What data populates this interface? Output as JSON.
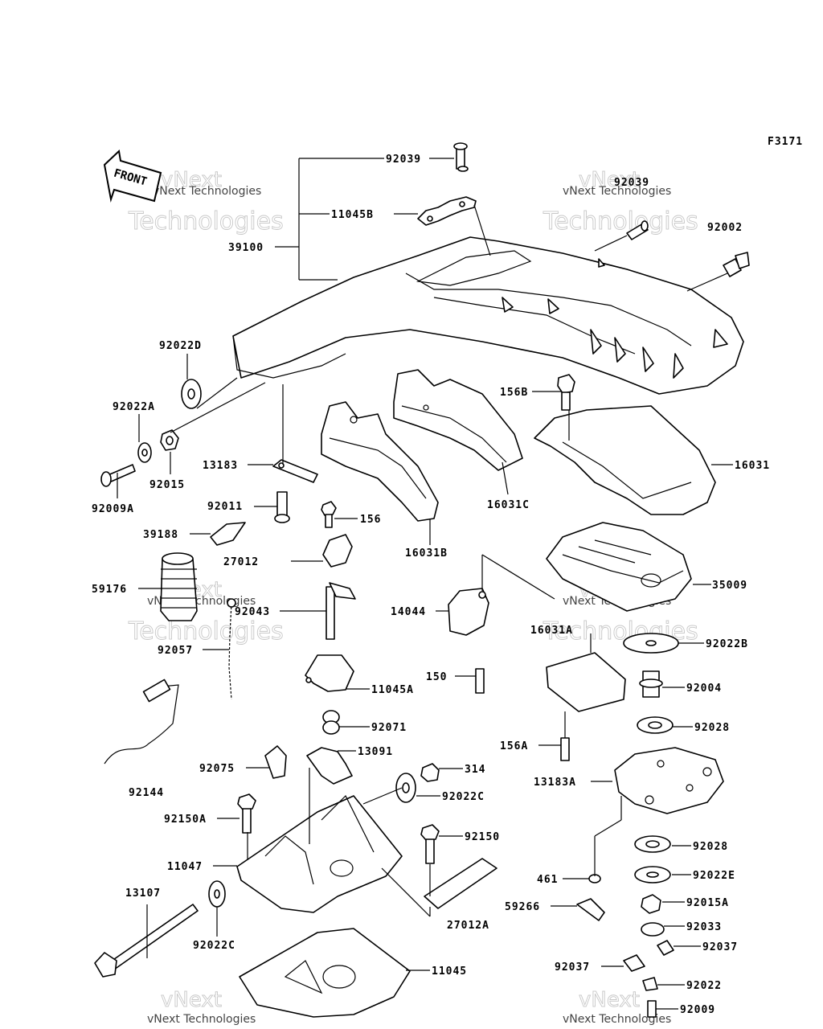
{
  "figure_code": "F3171",
  "front_arrow_label": "FRONT",
  "watermark": {
    "line1": "vNext",
    "line2": "Technologies",
    "small": "vNext Technologies"
  },
  "labels": {
    "p92039_top": "92039",
    "p11045B": "11045B",
    "p39100": "39100",
    "p92039_right": "92039",
    "p92002": "92002",
    "p92022D": "92022D",
    "p156B": "156B",
    "p92022A": "92022A",
    "p13183": "13183",
    "p16031": "16031",
    "p92015": "92015",
    "p92009A": "92009A",
    "p16031C": "16031C",
    "p92011": "92011",
    "p156": "156",
    "p39188": "39188",
    "p27012": "27012",
    "p16031B": "16031B",
    "p35009": "35009",
    "p59176": "59176",
    "p14044": "14044",
    "p92043": "92043",
    "p92022B": "92022B",
    "p92057": "92057",
    "p16031A": "16031A",
    "p150": "150",
    "p11045A": "11045A",
    "p92004": "92004",
    "p92071": "92071",
    "p92028_a": "92028",
    "p156A": "156A",
    "p13091": "13091",
    "p92075": "92075",
    "p314": "314",
    "p13183A": "13183A",
    "p92144": "92144",
    "p92022C_a": "92022C",
    "p92150A": "92150A",
    "p92150": "92150",
    "p92028_b": "92028",
    "p11047": "11047",
    "p461": "461",
    "p92022E": "92022E",
    "p13107": "13107",
    "p59266": "59266",
    "p92015A": "92015A",
    "p92022C_b": "92022C",
    "p27012A": "27012A",
    "p92033": "92033",
    "p92037_a": "92037",
    "p92037_b": "92037",
    "p11045": "11045",
    "p92022": "92022",
    "p92009": "92009"
  }
}
